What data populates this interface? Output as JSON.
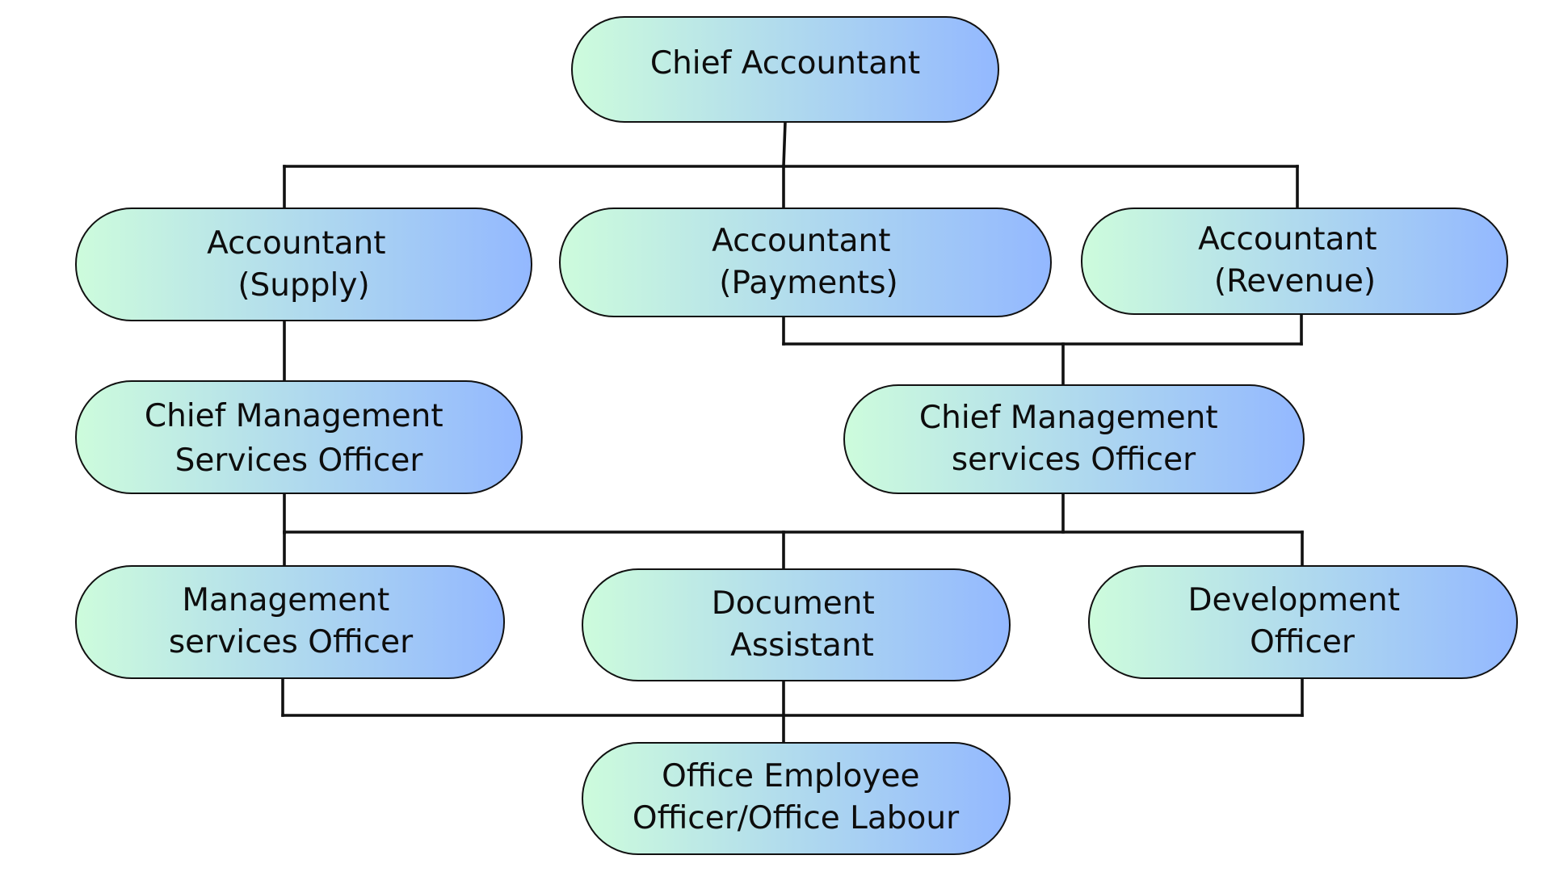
{
  "colors": {
    "node_gradient_start": "#cdfcdc",
    "node_gradient_end": "#93b8ff",
    "outline": "#111111",
    "text": "#0d0d0d",
    "background": "#ffffff"
  },
  "nodes": {
    "chief_accountant": {
      "lines": [
        "Chief Accountant"
      ]
    },
    "accountant_supply": {
      "lines": [
        "Accountant",
        "(Supply)"
      ]
    },
    "accountant_payments": {
      "lines": [
        "Accountant",
        "(Payments)"
      ]
    },
    "accountant_revenue": {
      "lines": [
        "Accountant",
        "(Revenue)"
      ]
    },
    "chief_mso_left": {
      "lines": [
        "Chief Management",
        "Services Officer"
      ]
    },
    "chief_mso_right": {
      "lines": [
        "Chief Management",
        "services Officer"
      ]
    },
    "management_services_officer": {
      "lines": [
        "Management",
        "services Officer"
      ]
    },
    "document_assistant": {
      "lines": [
        "Document",
        "Assistant"
      ]
    },
    "development_officer": {
      "lines": [
        "Development",
        "Officer"
      ]
    },
    "office_employee": {
      "lines": [
        "Office Employee",
        "Officer/Office Labour"
      ]
    }
  },
  "relationships": [
    {
      "parent": "chief_accountant",
      "children": [
        "accountant_supply",
        "accountant_payments",
        "accountant_revenue"
      ]
    },
    {
      "parent": "accountant_supply",
      "children": [
        "chief_mso_left"
      ]
    },
    {
      "parents": [
        "accountant_payments",
        "accountant_revenue"
      ],
      "children": [
        "chief_mso_right"
      ]
    },
    {
      "parents": [
        "chief_mso_left",
        "chief_mso_right"
      ],
      "children": [
        "management_services_officer",
        "document_assistant",
        "development_officer"
      ]
    },
    {
      "parents": [
        "management_services_officer",
        "document_assistant",
        "development_officer"
      ],
      "children": [
        "office_employee"
      ]
    }
  ]
}
